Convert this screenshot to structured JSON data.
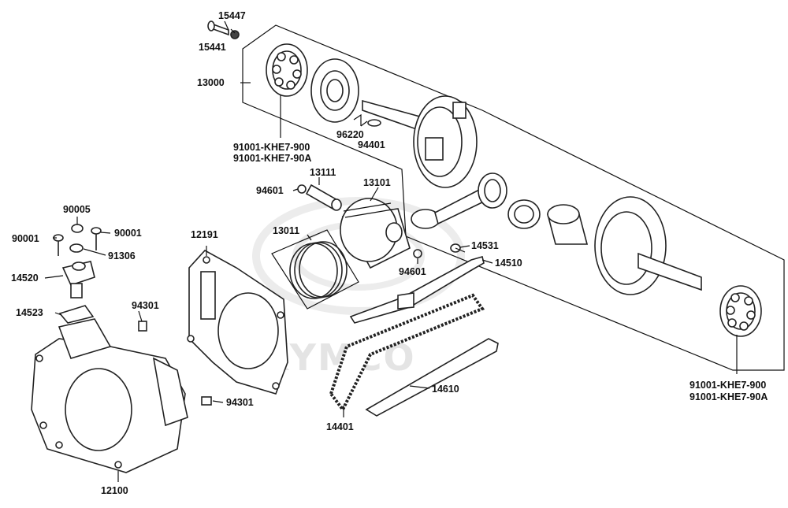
{
  "diagram": {
    "watermark": "KYMCO",
    "labels": {
      "p15447": "15447",
      "p15441": "15441",
      "p13000": "13000",
      "p96220": "96220",
      "p94401": "94401",
      "p91001_top_a": "91001-KHE7-900",
      "p91001_top_b": "91001-KHE7-90A",
      "p13111": "13111",
      "p13101": "13101",
      "p94601_a": "94601",
      "p13011": "13011",
      "p94601_b": "94601",
      "p14531": "14531",
      "p14510": "14510",
      "p90005": "90005",
      "p90001_l": "90001",
      "p90001_r": "90001",
      "p91306": "91306",
      "p14520": "14520",
      "p14523": "14523",
      "p94301_a": "94301",
      "p12191": "12191",
      "p94301_b": "94301",
      "p14610": "14610",
      "p14401": "14401",
      "p12100": "12100",
      "p91001_bot_a": "91001-KHE7-900",
      "p91001_bot_b": "91001-KHE7-90A"
    }
  }
}
